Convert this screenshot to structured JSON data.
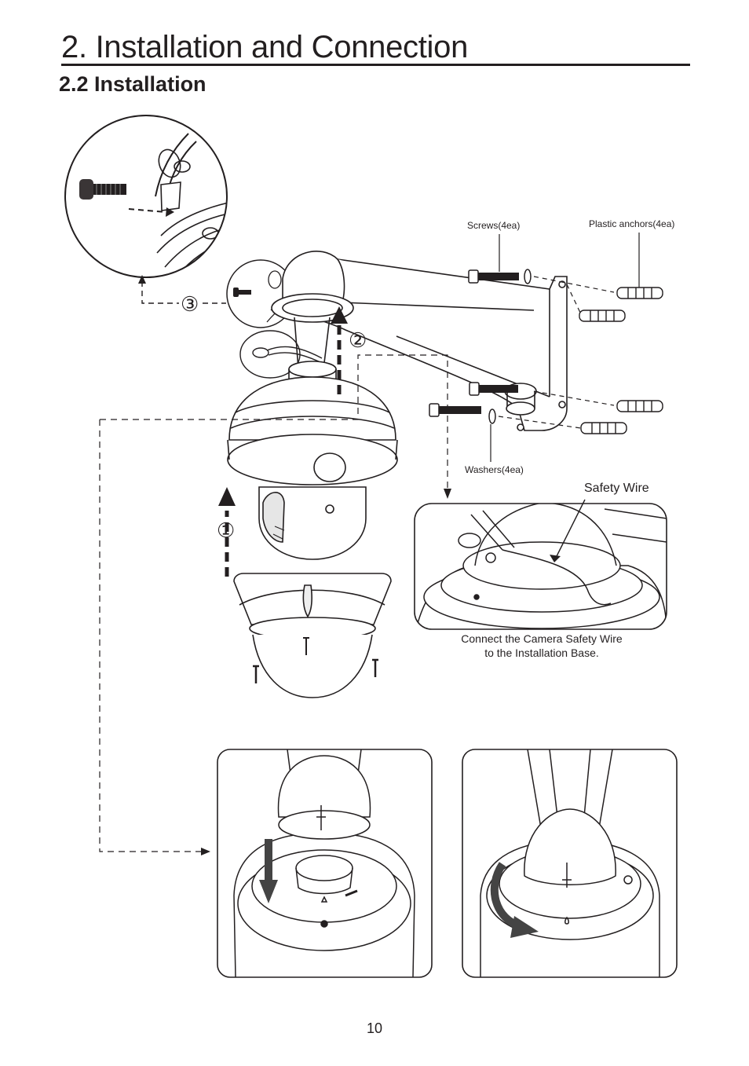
{
  "header": {
    "chapter_title": "2. Installation and Connection",
    "section_title": "2.2 Installation"
  },
  "diagram": {
    "labels": {
      "screws": "Screws(4ea)",
      "plastic_anchors": "Plastic anchors(4ea)",
      "washers": "Washers(4ea)",
      "safety_wire": "Safety Wire"
    },
    "steps": {
      "step1": "①",
      "step2": "②",
      "step3": "③"
    },
    "caption": {
      "line1": "Connect the Camera Safety Wire",
      "line2": "to the Installation Base."
    }
  },
  "footer": {
    "page_number": "10"
  }
}
